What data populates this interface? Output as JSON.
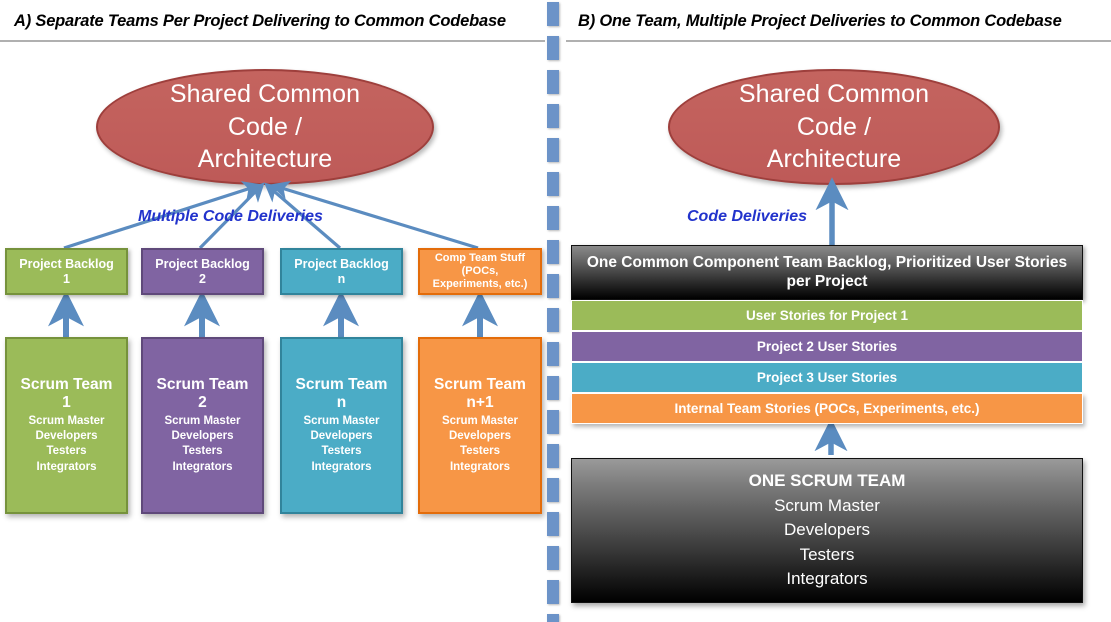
{
  "panels": {
    "a": {
      "title": "A) Separate Teams Per Project Delivering to Common Codebase",
      "ellipse_label": "Shared Common\nCode /\nArchitecture",
      "delivery_label": "Multiple Code Deliveries",
      "backlogs": [
        {
          "label": "Project Backlog\n1",
          "color": "#9BBB59"
        },
        {
          "label": "Project Backlog\n2",
          "color": "#8064A2"
        },
        {
          "label": "Project Backlog\nn",
          "color": "#4BACC6"
        },
        {
          "label": "Comp Team Stuff\n(POCs,\nExperiments, etc.)",
          "color": "#F79646"
        }
      ],
      "teams": [
        {
          "name": "Scrum Team\n1",
          "roles": "Scrum Master\nDevelopers\nTesters\nIntegrators",
          "color": "#9BBB59"
        },
        {
          "name": "Scrum Team\n2",
          "roles": "Scrum Master\nDevelopers\nTesters\nIntegrators",
          "color": "#8064A2"
        },
        {
          "name": "Scrum Team\nn",
          "roles": "Scrum Master\nDevelopers\nTesters\nIntegrators",
          "color": "#4BACC6"
        },
        {
          "name": "Scrum Team\nn+1",
          "roles": "Scrum Master\nDevelopers\nTesters\nIntegrators",
          "color": "#F79646"
        }
      ]
    },
    "b": {
      "title": "B) One Team, Multiple Project Deliveries to Common Codebase",
      "ellipse_label": "Shared Common\nCode /\nArchitecture",
      "delivery_label": "Code Deliveries",
      "backlog_header": "One Common Component Team Backlog, Prioritized User Stories per Project",
      "story_bars": [
        {
          "label": "User Stories for Project 1",
          "color": "#9BBB59"
        },
        {
          "label": "Project 2 User Stories",
          "color": "#8064A2"
        },
        {
          "label": "Project 3 User Stories",
          "color": "#4BACC6"
        },
        {
          "label": "Internal Team Stories (POCs, Experiments, etc.)",
          "color": "#F79646"
        }
      ],
      "team": {
        "title": "ONE SCRUM TEAM",
        "roles": [
          "Scrum Master",
          "Developers",
          "Testers",
          "Integrators"
        ]
      }
    }
  },
  "colors": {
    "ellipse_fill": "#C0504D",
    "arrow_blue": "#5B8CC0",
    "divider_blue": "#6C93C8",
    "delivery_text": "#2233CC",
    "green": "#9BBB59",
    "purple": "#8064A2",
    "teal": "#4BACC6",
    "orange": "#F79646"
  }
}
